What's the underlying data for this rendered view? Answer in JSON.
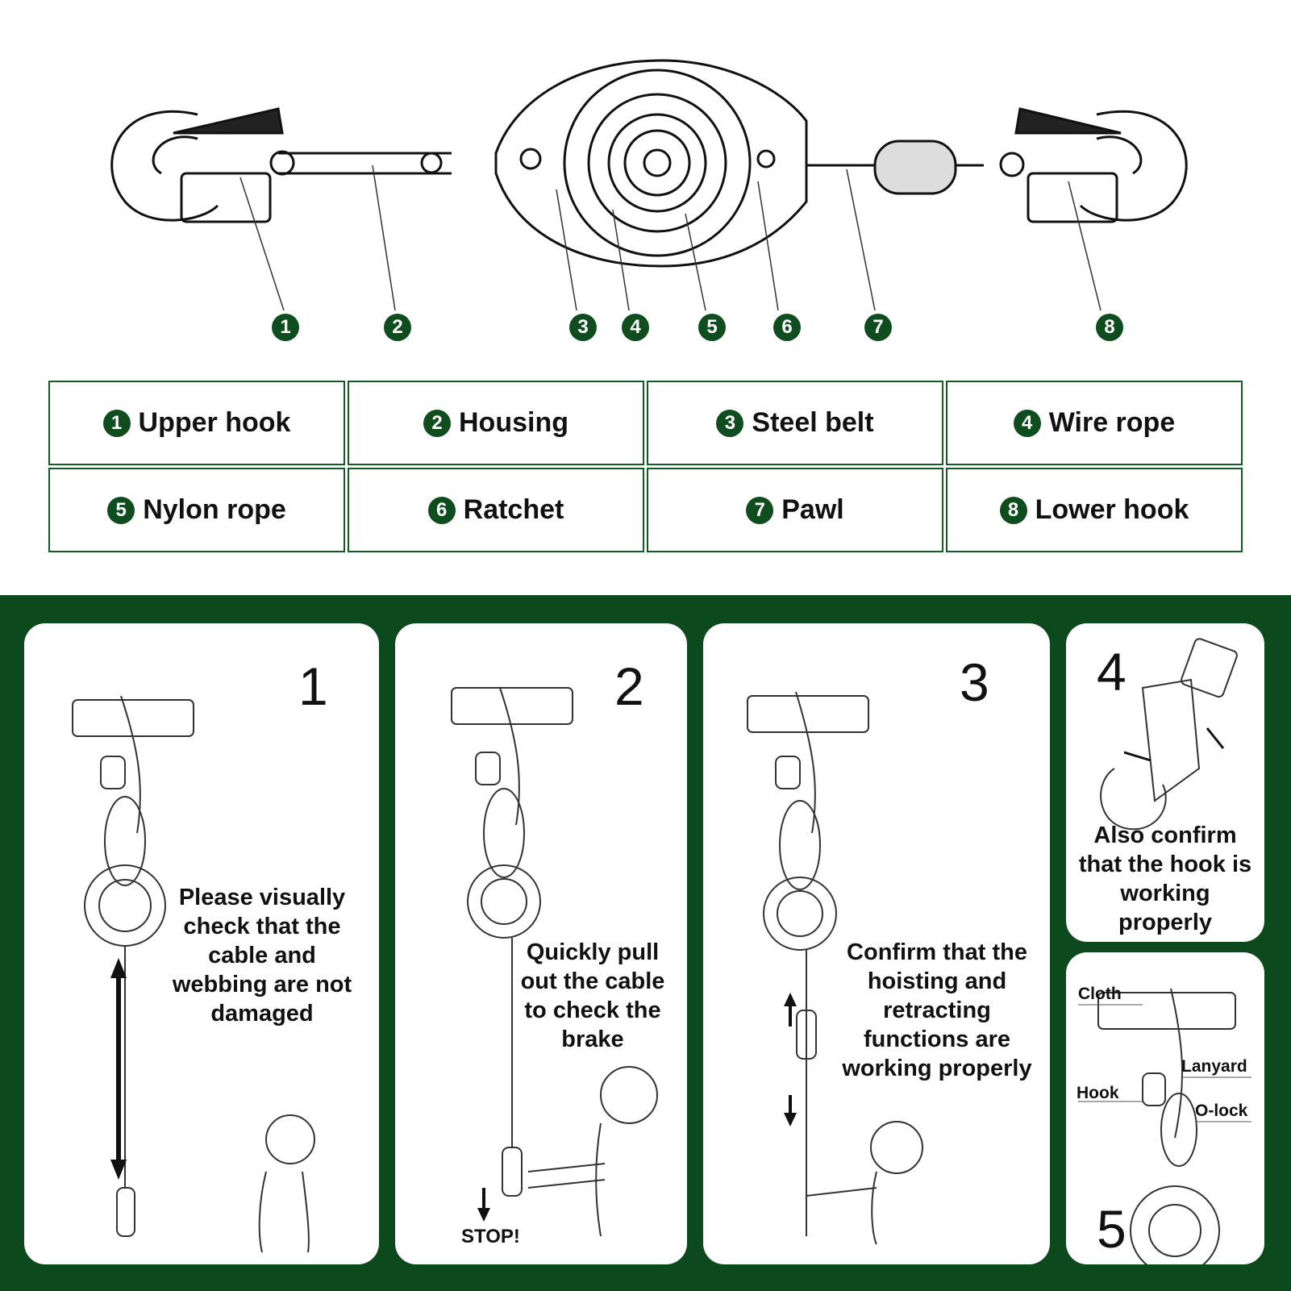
{
  "parts": [
    {
      "num": "1",
      "label": "Upper hook"
    },
    {
      "num": "2",
      "label": "Housing"
    },
    {
      "num": "3",
      "label": "Steel belt"
    },
    {
      "num": "4",
      "label": "Wire rope"
    },
    {
      "num": "5",
      "label": "Nylon rope"
    },
    {
      "num": "6",
      "label": "Ratchet"
    },
    {
      "num": "7",
      "label": "Pawl"
    },
    {
      "num": "8",
      "label": "Lower hook"
    }
  ],
  "steps": [
    {
      "num": "1",
      "text": "Please visually check that the cable and webbing are not damaged"
    },
    {
      "num": "2",
      "text": "Quickly pull out the cable to check the brake",
      "extra": "STOP!"
    },
    {
      "num": "3",
      "text": "Confirm that the hoisting and retracting functions are working properly"
    },
    {
      "num": "4",
      "text": "Also confirm that the hook is working properly"
    },
    {
      "num": "5",
      "labels": {
        "cloth": "Cloth",
        "lanyard": "Lanyard",
        "hook": "Hook",
        "olock": "O-lock"
      }
    }
  ],
  "colors": {
    "accent": "#0c4a1d",
    "badge": "#0f4d1f"
  }
}
